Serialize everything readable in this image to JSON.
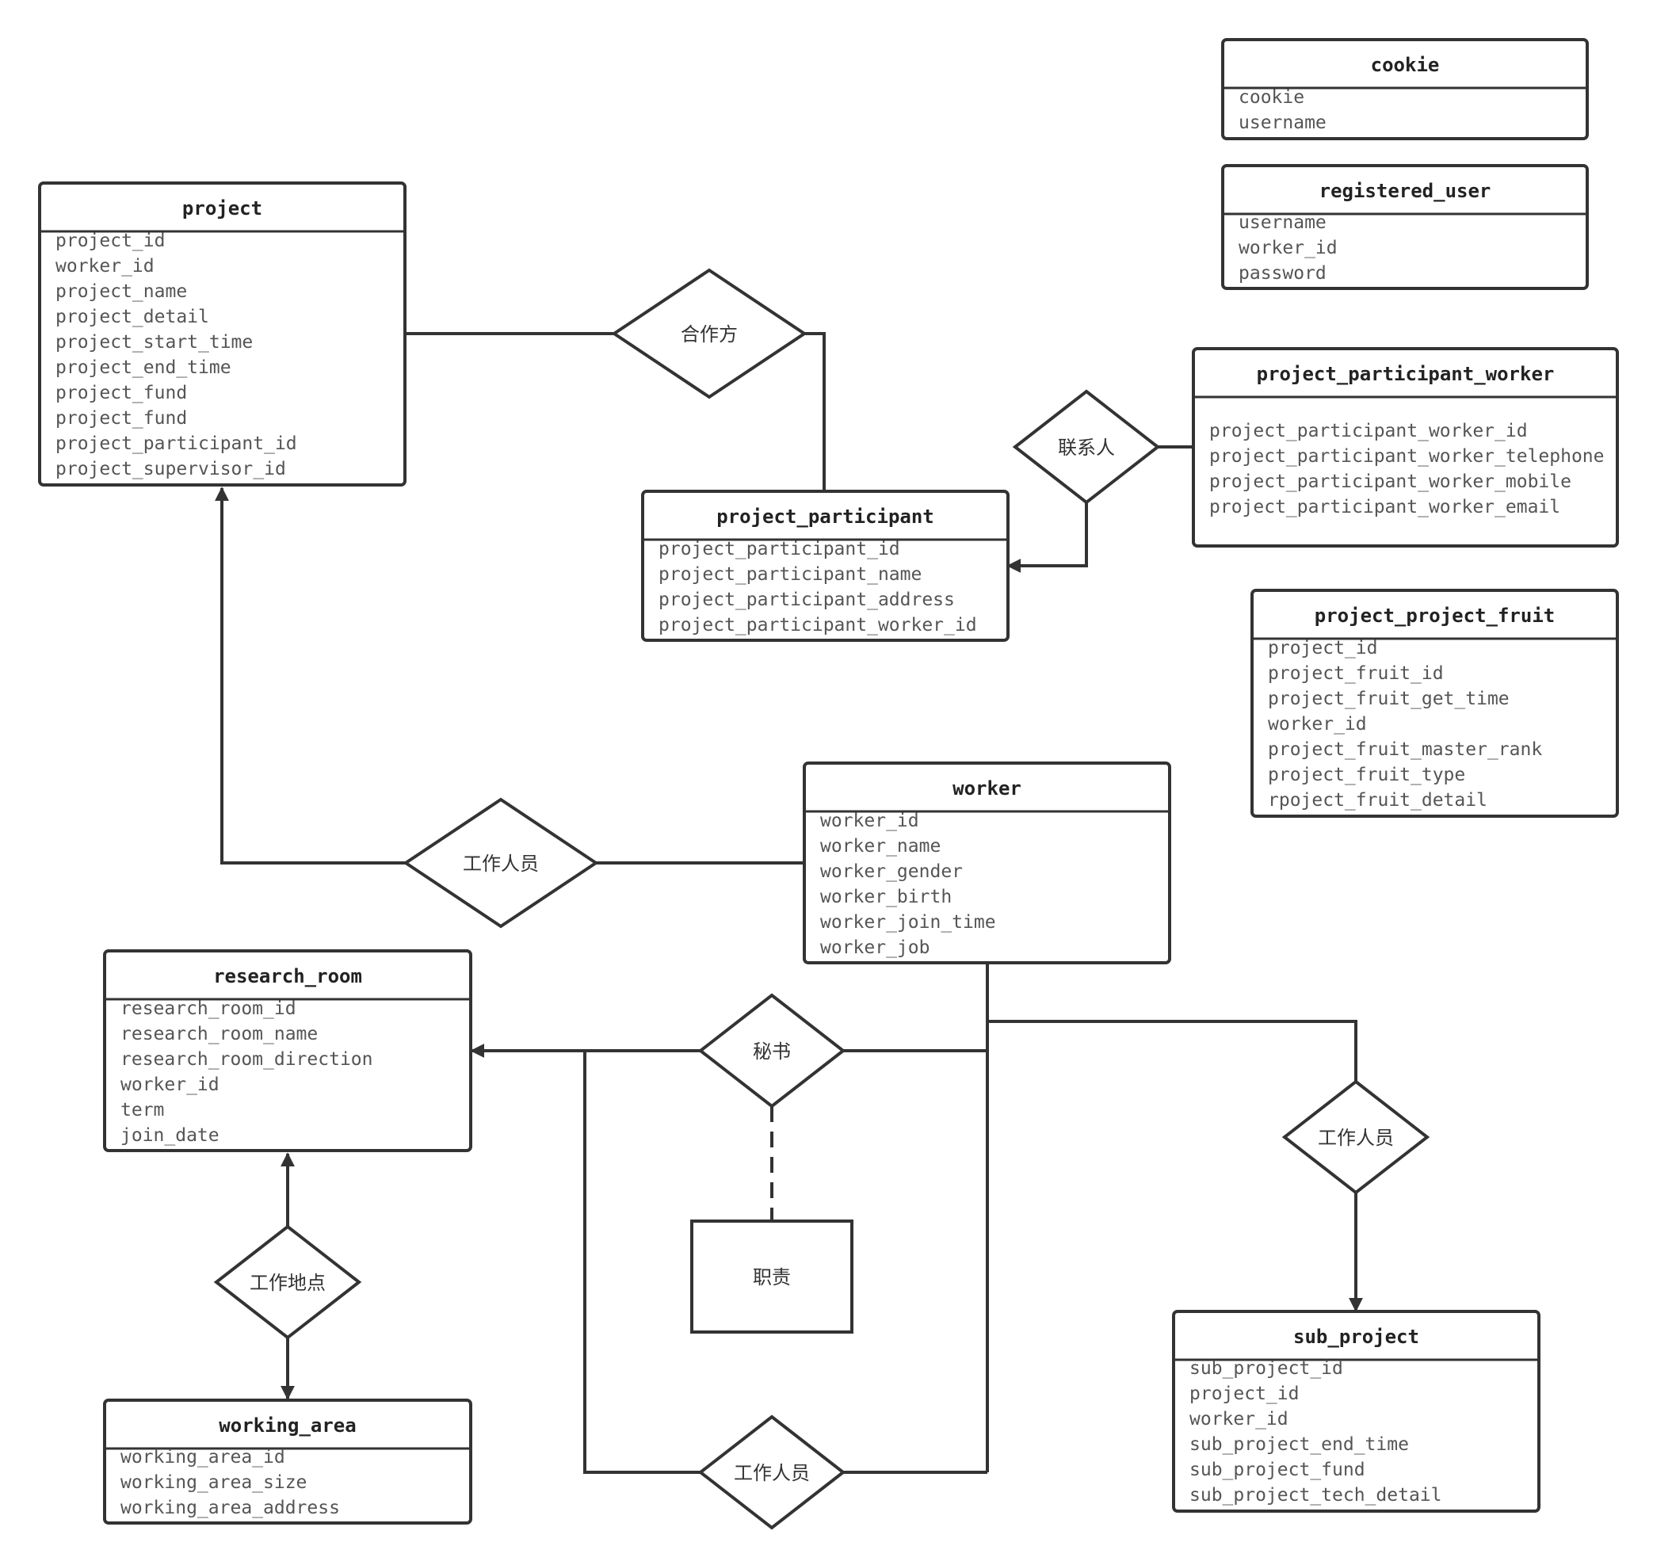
{
  "diagram": {
    "entities": {
      "cookie": {
        "title": "cookie",
        "fields": [
          "cookie",
          "username"
        ]
      },
      "registered_user": {
        "title": "registered_user",
        "fields": [
          "username",
          "worker_id",
          "password"
        ]
      },
      "project": {
        "title": "project",
        "fields": [
          "project_id",
          "worker_id",
          "project_name",
          "project_detail",
          "project_start_time",
          "project_end_time",
          "project_fund",
          "project_fund",
          "project_participant_id",
          "project_supervisor_id"
        ]
      },
      "project_participant_worker": {
        "title": "project_participant_worker",
        "fields": [
          "project_participant_worker_id",
          "project_participant_worker_telephone",
          "project_participant_worker_mobile",
          "project_participant_worker_email"
        ]
      },
      "project_participant": {
        "title": "project_participant",
        "fields": [
          "project_participant_id",
          "project_participant_name",
          "project_participant_address",
          "project_participant_worker_id"
        ]
      },
      "project_project_fruit": {
        "title": "project_project_fruit",
        "fields": [
          "project_id",
          "project_fruit_id",
          "project_fruit_get_time",
          "worker_id",
          "project_fruit_master_rank",
          "project_fruit_type",
          "rpoject_fruit_detail"
        ]
      },
      "worker": {
        "title": "worker",
        "fields": [
          "worker_id",
          "worker_name",
          "worker_gender",
          "worker_birth",
          "worker_join_time",
          "worker_job"
        ]
      },
      "research_room": {
        "title": "research_room",
        "fields": [
          "research_room_id",
          "research_room_name",
          "research_room_direction",
          "worker_id",
          "term",
          "join_date"
        ]
      },
      "working_area": {
        "title": "working_area",
        "fields": [
          "working_area_id",
          "working_area_size",
          "working_area_address"
        ]
      },
      "sub_project": {
        "title": "sub_project",
        "fields": [
          "sub_project_id",
          "project_id",
          "worker_id",
          "sub_project_end_time",
          "sub_project_fund",
          "sub_project_tech_detail"
        ]
      }
    },
    "relationships": {
      "partner": "合作方",
      "contact": "联系人",
      "project_staff": "工作人员",
      "secretary": "秘书",
      "workplace": "工作地点",
      "sub_project_staff": "工作人员",
      "room_staff": "工作人员"
    },
    "attribute_box": "职责"
  }
}
